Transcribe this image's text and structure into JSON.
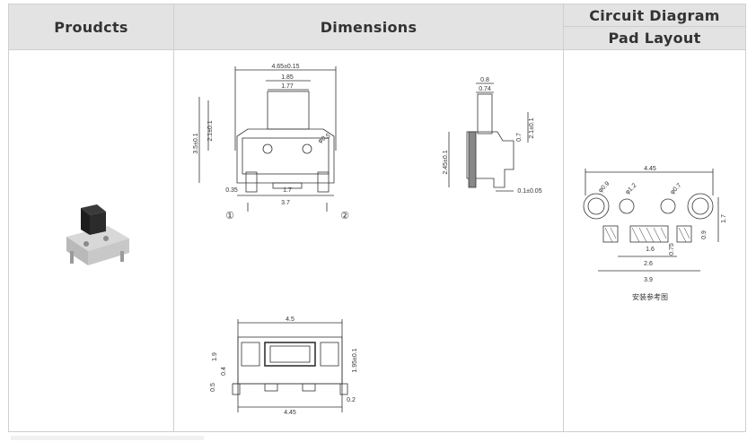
{
  "headers": {
    "products": "Proudcts",
    "dimensions": "Dimensions",
    "circuit": "Circuit  Diagram",
    "pad": "Pad  Layout"
  },
  "front_view": {
    "overall_width": "4.65±0.15",
    "actuator_width": "1.85",
    "actuator_inner": "1.77",
    "actuator_height": "2.1±0.1",
    "total_height": "3.5±0.1",
    "hole": "φ0.5",
    "pin_gap": "0.35",
    "pad_center": "1.7",
    "pin_span": "3.7",
    "pin1": "①",
    "pin2": "②"
  },
  "side_view": {
    "top": "0.8",
    "top_inner": "0.74",
    "height": "2.1±0.1",
    "step": "0.7",
    "body_height": "2.45±0.1",
    "foot": "0.1±0.05"
  },
  "bottom_view": {
    "width": "4.5",
    "height_a": "1.9",
    "height_b": "1.95±0.1",
    "d_04": "0.4",
    "d_05": "0.5",
    "d_02": "0.2",
    "base_width": "4.45"
  },
  "pad_layout": {
    "width": "4.45",
    "hole_a": "φ0.9",
    "hole_b": "φ1.2",
    "hole_c": "φ0.7",
    "pad_h": "1.7",
    "pad_side": "0.9",
    "pad_center": "1.6",
    "pad_gap": "0.75",
    "span_a": "2.6",
    "span_b": "3.9",
    "caption": "安装参考图"
  }
}
